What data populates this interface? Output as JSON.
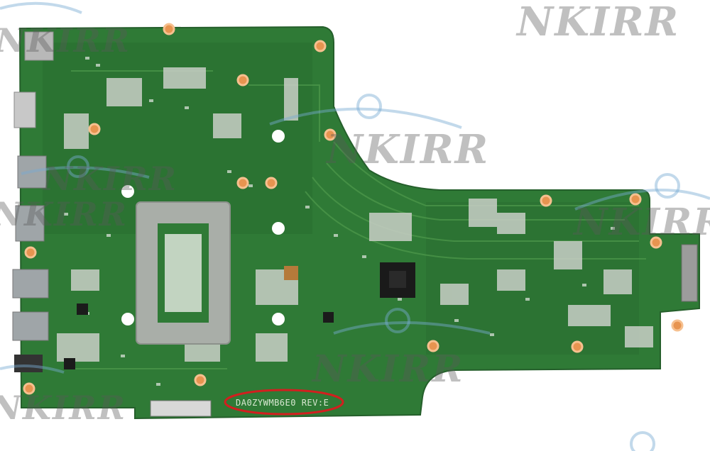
{
  "image": {
    "subject": "laptop-motherboard",
    "board_color": "#2f7a36",
    "highlight_color": "#d21f1f"
  },
  "board_marking": {
    "text": "DA0ZYWMB6E0 REV:E"
  },
  "watermark": {
    "brand": "NKIRR",
    "color": "#6b6b6b",
    "icon": "magnifier-swoosh-icon"
  }
}
